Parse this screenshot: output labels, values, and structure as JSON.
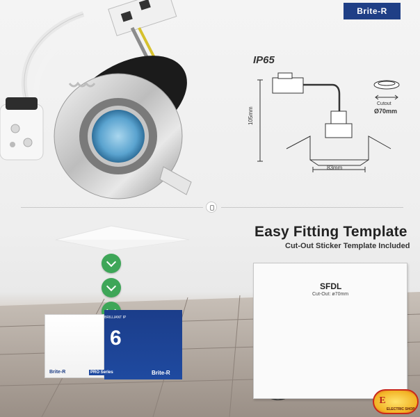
{
  "brand": {
    "name": "Brite-R"
  },
  "spec": {
    "ip_rating": "IP65",
    "height": "105mm",
    "width": "83mm",
    "cutout_label": "Cutout",
    "cutout_value": "Ø70mm"
  },
  "fitting": {
    "title": "Easy Fitting Template",
    "subtitle": "Cut-Out Sticker Template Included"
  },
  "template_sheet": {
    "name": "SFDL",
    "cutout": "Cut-Out: ø70mm"
  },
  "box": {
    "number": "6",
    "front_brand": "Brite-R",
    "side_brand": "Brite-R",
    "series": "PRO Series",
    "top_text": "BRILLIANT IP"
  },
  "corner_logo": {
    "letter": "E",
    "text": "ELECTRIC SHOP"
  },
  "colors": {
    "brand_blue": "#1f3f86",
    "accent_green": "#3ea658"
  },
  "icons": [
    "divider-clip-icon",
    "chevron-down-icon"
  ]
}
